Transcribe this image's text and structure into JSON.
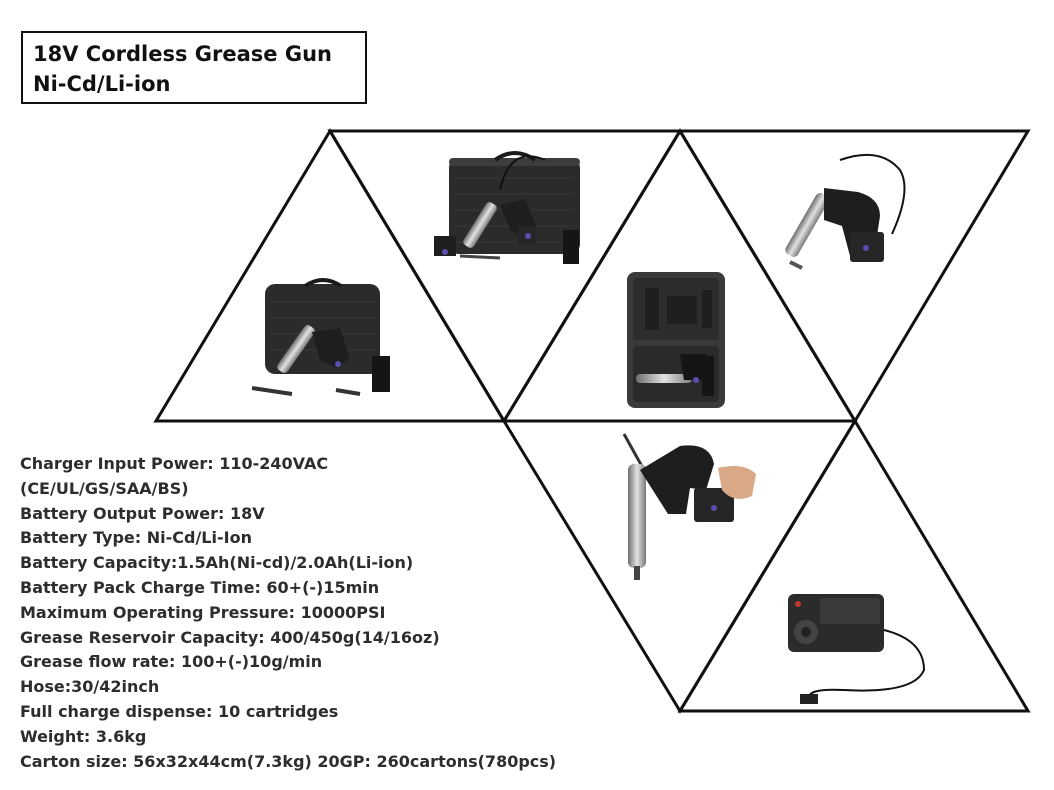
{
  "title": {
    "line1": "18V Cordless Grease Gun",
    "line2": "Ni-Cd/Li-ion"
  },
  "specs": [
    "Charger Input Power: 110-240VAC",
    "(CE/UL/GS/SAA/BS)",
    "Battery Output Power: 18V",
    "Battery Type: Ni-Cd/Li-Ion",
    "Battery Capacity:1.5Ah(Ni-cd)/2.0Ah(Li-ion)",
    "Battery Pack Charge Time: 60+(-)15min",
    "Maximum Operating Pressure: 10000PSI",
    "Grease Reservoir Capacity: 400/450g(14/16oz)",
    "Grease flow rate: 100+(-)10g/min",
    "Hose:30/42inch",
    "Full charge dispense: 10 cartridges",
    "Weight: 3.6kg",
    "Carton size: 56x32x44cm(7.3kg) 20GP: 260cartons(780pcs)"
  ],
  "colors": {
    "line": "#111111",
    "case": "#2b2b2b",
    "metal": "#9a9a9a",
    "grip": "#1e1e1e",
    "battery_accent": "#5a4fb0",
    "charger_led": "#c0392b"
  },
  "product_images": [
    "kit-in-case-open-lid",
    "kit-in-case-front",
    "empty-case-interior",
    "grease-gun-side",
    "grease-gun-in-hand",
    "battery-charger"
  ]
}
